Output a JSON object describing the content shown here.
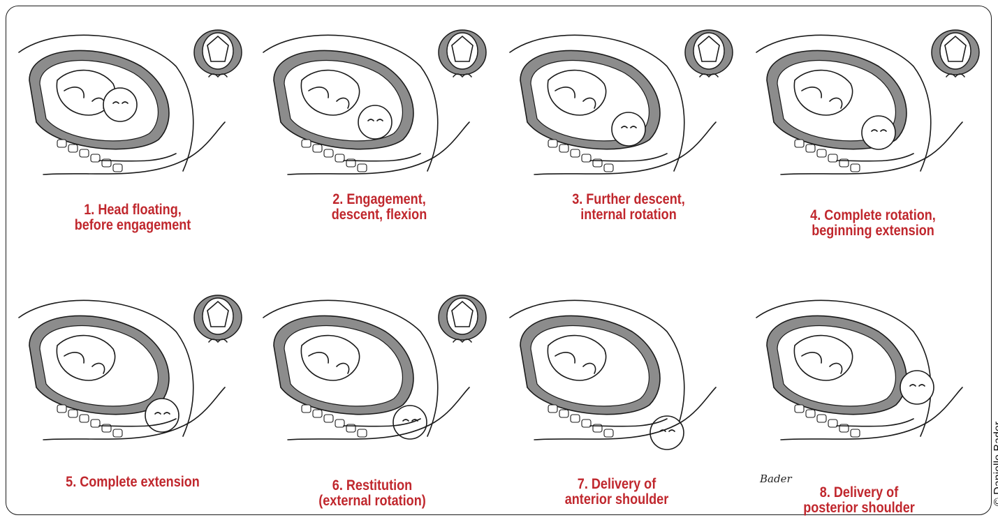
{
  "stages": [
    {
      "label": "1. Head floating,\nbefore engagement",
      "has_inset": true
    },
    {
      "label": "2. Engagement,\ndescent, flexion",
      "has_inset": true
    },
    {
      "label": "3. Further descent,\ninternal rotation",
      "has_inset": true
    },
    {
      "label": "4. Complete rotation,\nbeginning extension",
      "has_inset": true
    },
    {
      "label": "5. Complete extension",
      "has_inset": true
    },
    {
      "label": "6. Restitution\n(external rotation)",
      "has_inset": true
    },
    {
      "label": "7. Delivery of\nanterior shoulder",
      "has_inset": false
    },
    {
      "label": "8. Delivery of\nposterior shoulder",
      "has_inset": false
    }
  ],
  "signature": "Bader",
  "credit": "© Danielle Bader",
  "colors": {
    "caption": "#c0272d",
    "line": "#1a1a1a",
    "shade": "#8c8c8c"
  }
}
